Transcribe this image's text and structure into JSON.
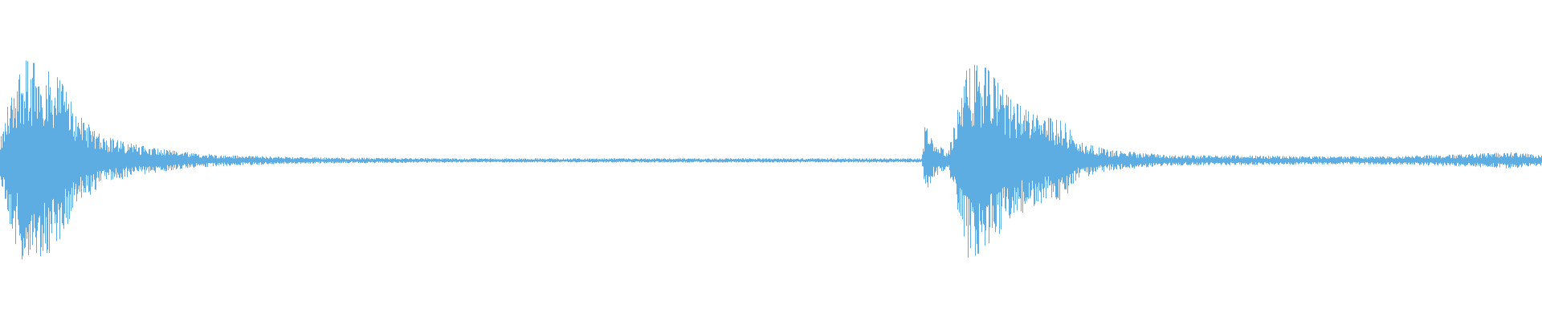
{
  "waveform": {
    "color": "#5dade2",
    "background": "#ffffff",
    "envelope": [
      {
        "t": 0.0,
        "a": 0.2
      },
      {
        "t": 0.008,
        "a": 0.75
      },
      {
        "t": 0.013,
        "a": 1.0
      },
      {
        "t": 0.02,
        "a": 0.95
      },
      {
        "t": 0.03,
        "a": 0.95
      },
      {
        "t": 0.04,
        "a": 0.75
      },
      {
        "t": 0.05,
        "a": 0.45
      },
      {
        "t": 0.065,
        "a": 0.25
      },
      {
        "t": 0.08,
        "a": 0.18
      },
      {
        "t": 0.1,
        "a": 0.12
      },
      {
        "t": 0.12,
        "a": 0.08
      },
      {
        "t": 0.15,
        "a": 0.05
      },
      {
        "t": 0.2,
        "a": 0.03
      },
      {
        "t": 0.3,
        "a": 0.02
      },
      {
        "t": 0.598,
        "a": 0.02
      },
      {
        "t": 0.6,
        "a": 0.36
      },
      {
        "t": 0.605,
        "a": 0.18
      },
      {
        "t": 0.615,
        "a": 0.08
      },
      {
        "t": 0.622,
        "a": 0.55
      },
      {
        "t": 0.628,
        "a": 0.95
      },
      {
        "t": 0.64,
        "a": 0.9
      },
      {
        "t": 0.655,
        "a": 0.6
      },
      {
        "t": 0.67,
        "a": 0.45
      },
      {
        "t": 0.69,
        "a": 0.38
      },
      {
        "t": 0.7,
        "a": 0.18
      },
      {
        "t": 0.72,
        "a": 0.1
      },
      {
        "t": 0.76,
        "a": 0.05
      },
      {
        "t": 0.8,
        "a": 0.05
      },
      {
        "t": 0.85,
        "a": 0.04
      },
      {
        "t": 0.9,
        "a": 0.04
      },
      {
        "t": 0.95,
        "a": 0.06
      },
      {
        "t": 0.98,
        "a": 0.08
      },
      {
        "t": 1.0,
        "a": 0.05
      }
    ]
  }
}
